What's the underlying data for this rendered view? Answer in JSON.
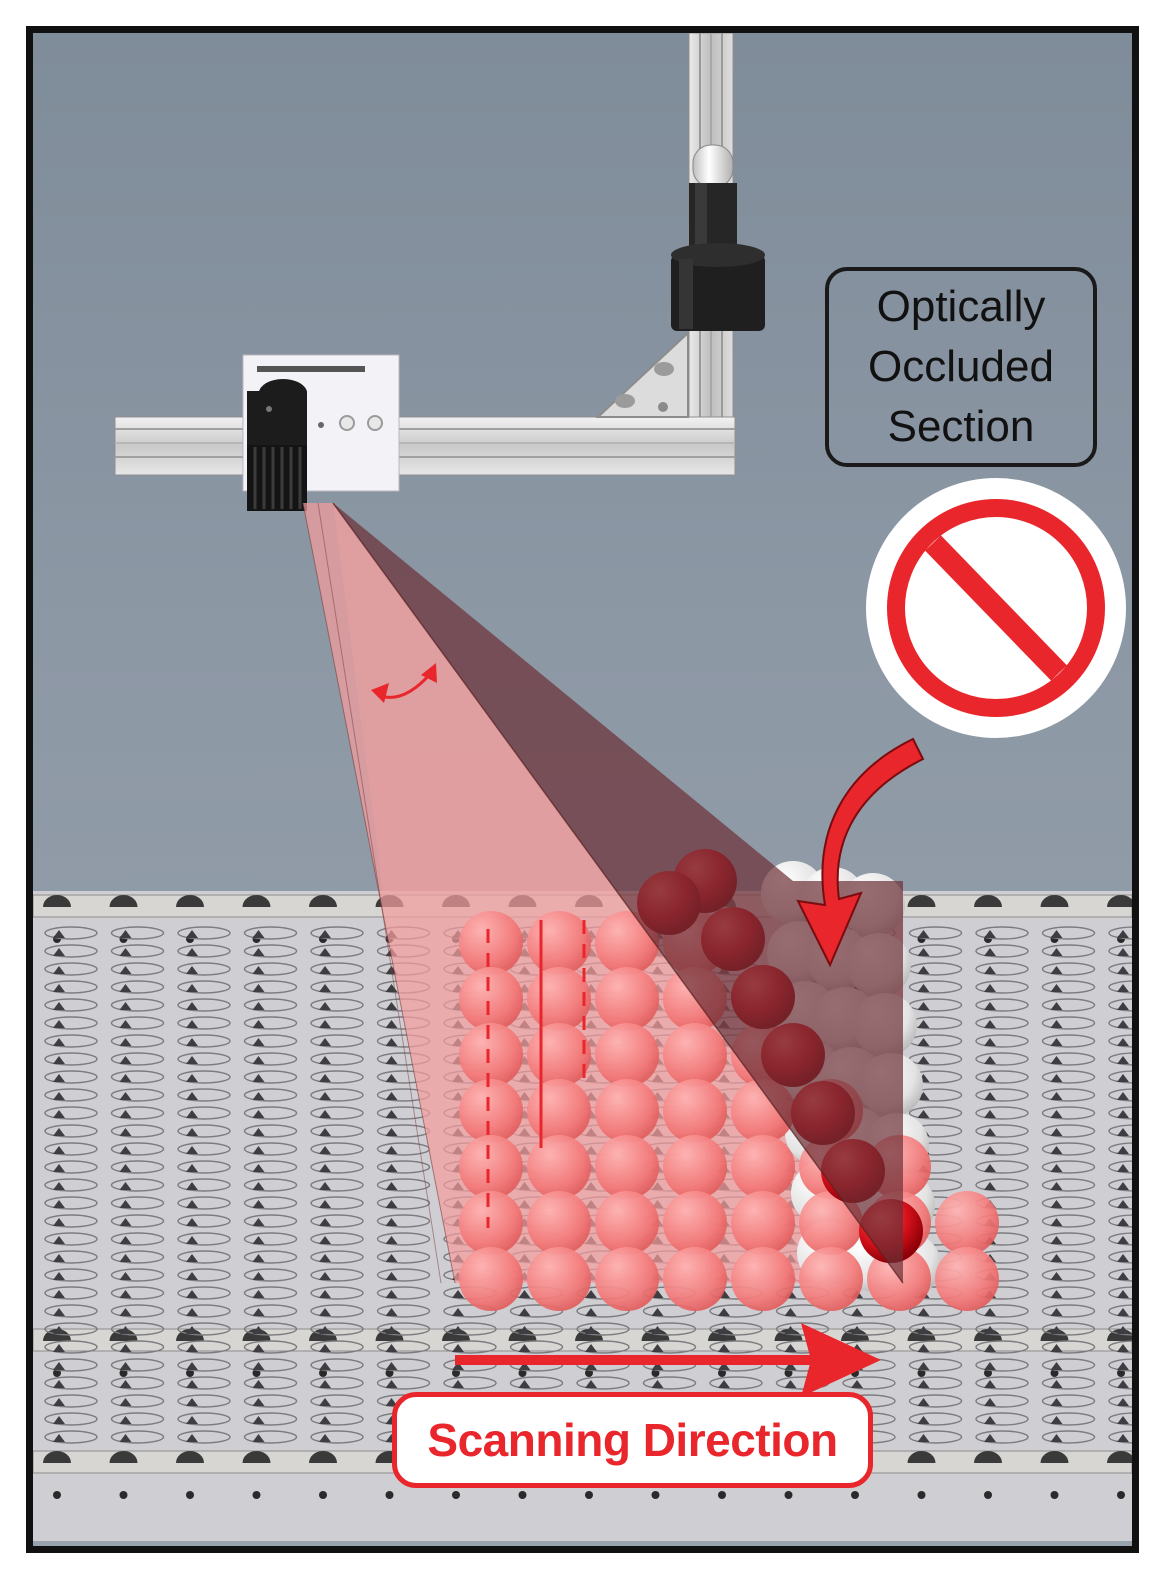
{
  "labels": {
    "occluded_section": "Optically\nOccluded\nSection",
    "scanning_direction": "Scanning Direction"
  },
  "icons": {
    "prohibited": "no-entry-sign",
    "arrow_curved": "curved-arrow-down",
    "arrow_right": "arrow-right",
    "rotation": "double-headed-curved-arrow"
  },
  "colors": {
    "accent_red": "#e8262b",
    "background": "#8d98a5",
    "frame_border": "#111111",
    "laser_light": "#f29c9c",
    "laser_shadow": "#8a5256"
  }
}
